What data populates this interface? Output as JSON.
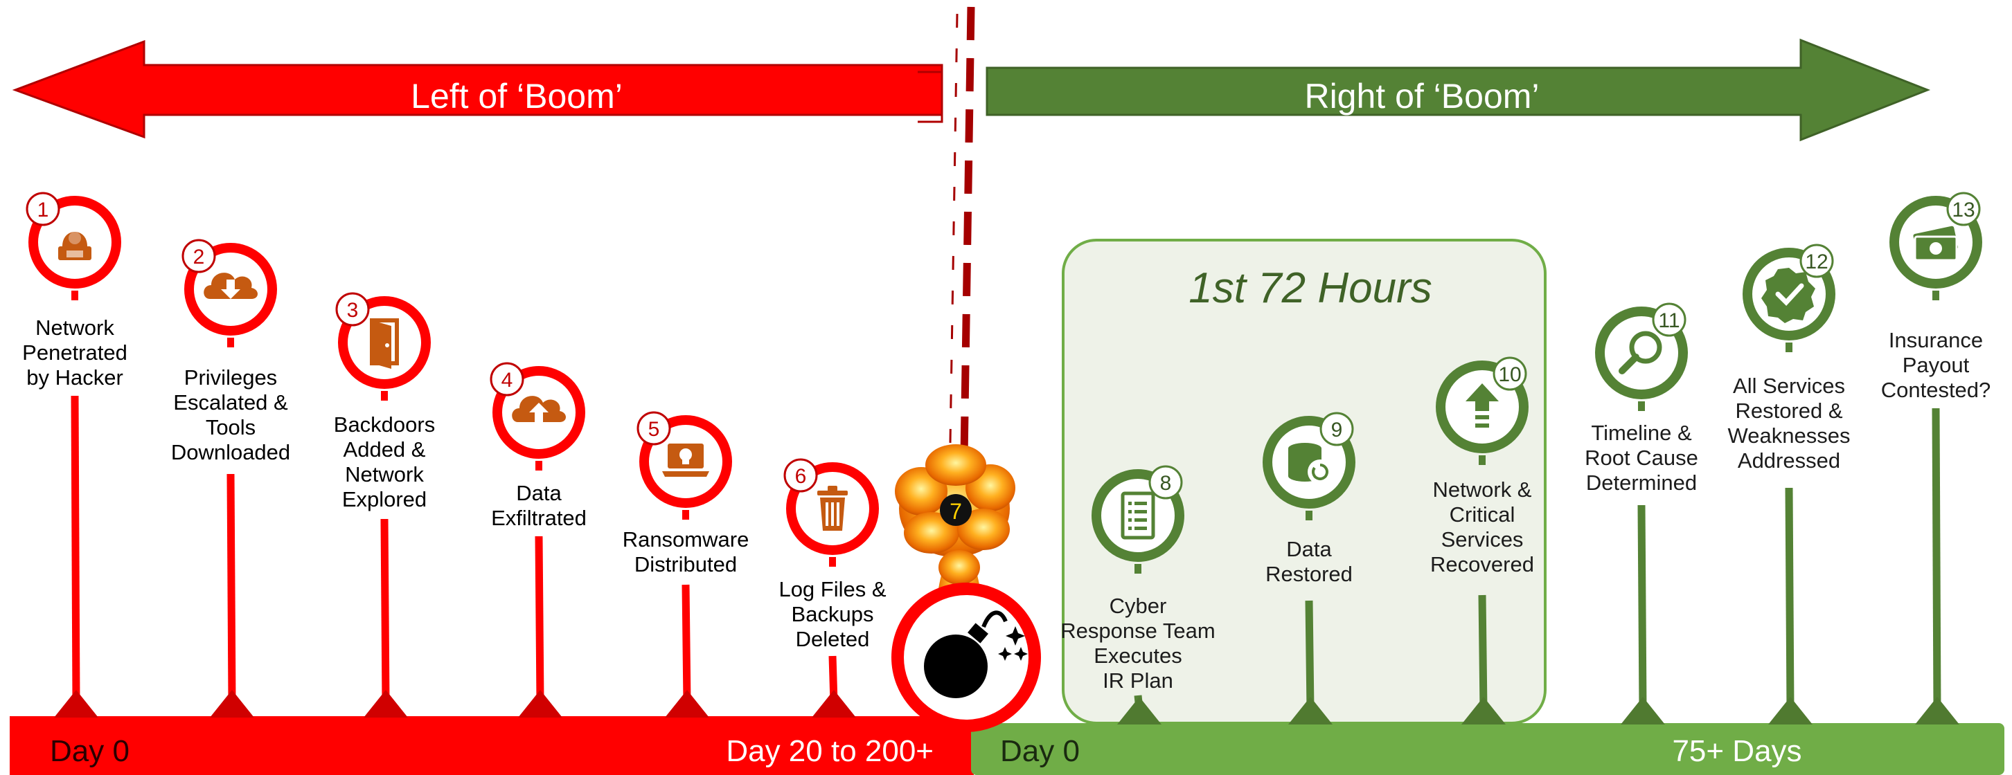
{
  "left_section": {
    "arrow_label": "Left of ‘Boom’",
    "start_label": "Day 0",
    "end_label": "Day 20 to 200+",
    "color": "#ff0000",
    "icon_color": "#c55a11"
  },
  "right_section": {
    "arrow_label": "Right of ‘Boom’",
    "start_label": "Day 0",
    "end_label": "75+ Days",
    "color": "#70ad47",
    "dark_color": "#548235",
    "box_title": "1st 72 Hours"
  },
  "boom": {
    "number": "7",
    "bomb_icon": "bomb-icon",
    "explosion_icon": "explosion-icon"
  },
  "steps": [
    {
      "number": "1",
      "lines": [
        "Network",
        "Penetrated",
        "by Hacker"
      ],
      "icon": "hacker-icon"
    },
    {
      "number": "2",
      "lines": [
        "Privileges",
        "Escalated &",
        "Tools",
        "Downloaded"
      ],
      "icon": "cloud-download-icon"
    },
    {
      "number": "3",
      "lines": [
        "Backdoors",
        "Added &",
        "Network",
        "Explored"
      ],
      "icon": "door-icon"
    },
    {
      "number": "4",
      "lines": [
        "Data",
        "Exfiltrated"
      ],
      "icon": "cloud-upload-icon"
    },
    {
      "number": "5",
      "lines": [
        "Ransomware",
        "Distributed"
      ],
      "icon": "skull-laptop-icon"
    },
    {
      "number": "6",
      "lines": [
        "Log Files &",
        "Backups",
        "Deleted"
      ],
      "icon": "trash-icon"
    },
    {
      "number": "8",
      "lines": [
        "Cyber",
        "Response Team",
        "Executes",
        "IR Plan"
      ],
      "icon": "document-list-icon"
    },
    {
      "number": "9",
      "lines": [
        "Data",
        "Restored"
      ],
      "icon": "database-restore-icon"
    },
    {
      "number": "10",
      "lines": [
        "Network &",
        "Critical",
        "Services",
        "Recovered"
      ],
      "icon": "upload-arrow-icon"
    },
    {
      "number": "11",
      "lines": [
        "Timeline &",
        "Root Cause",
        "Determined"
      ],
      "icon": "magnifier-icon"
    },
    {
      "number": "12",
      "lines": [
        "All Services",
        "Restored &",
        "Weaknesses",
        "Addressed"
      ],
      "icon": "checkmark-badge-icon"
    },
    {
      "number": "13",
      "lines": [
        "Insurance",
        "Payout",
        "Contested?"
      ],
      "icon": "money-icon"
    }
  ]
}
